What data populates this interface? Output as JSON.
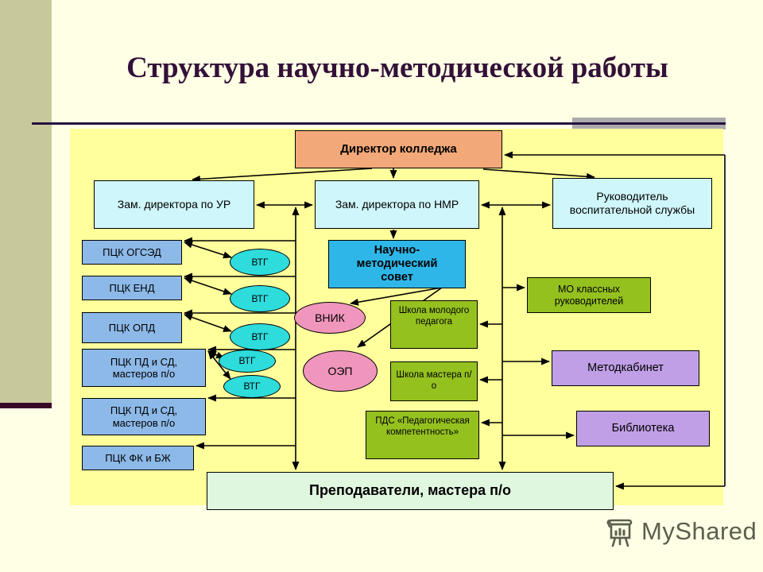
{
  "slide": {
    "title": "Структура научно-методической работы",
    "watermark_label": "MyShared"
  },
  "colors": {
    "background": "#FFFFE5",
    "panel": "#FFFF9C",
    "sidebar_strip": "#C8C99B",
    "accent_bar": "#38092B",
    "title_text": "#331038",
    "rule_shadow": "#ABABAB",
    "director_fill": "#F2A878",
    "deputy_fill": "#CFF6FA",
    "pck_fill": "#8DB9E8",
    "vtg_fill": "#2EDCDC",
    "council_fill": "#2FB6E8",
    "creative_group_fill": "#F096BC",
    "school_fill": "#95C11F",
    "cabinet_fill": "#C09FE6",
    "teachers_fill": "#DFF6DF",
    "connector_line": "#000000",
    "watermark_text": "#5B5F4E"
  },
  "nodes": {
    "director": "Директор колледжа",
    "deputy_ur": "Зам. директора по УР",
    "deputy_nmr": "Зам. директора по НМР",
    "head_vosp": "Руководитель воспитательной службы",
    "pck_ogsed": "ПЦК ОГСЭД",
    "pck_end": "ПЦК ЕНД",
    "pck_opd": "ПЦК ОПД",
    "pck_pd_sd": "ПЦК ПД и СД, мастеров п/о",
    "pck_pd_sd_2": "ПЦК ПД и СД, мастеров п/о",
    "pck_fk_bzh": "ПЦК ФК и БЖ",
    "vtg": "ВТГ",
    "council": "Научно-методический совет",
    "vnik": "ВНИК",
    "oep": "ОЭП",
    "school_young": "Школа молодого педагога",
    "school_master": "Школа мастера п/о",
    "pds": "ПДС «Педагогическая компетентность»",
    "mo_class": "МО классных руководителей",
    "metodkabinet": "Методкабинет",
    "library": "Библиотека",
    "teachers": "Преподаватели, мастера п/о"
  }
}
